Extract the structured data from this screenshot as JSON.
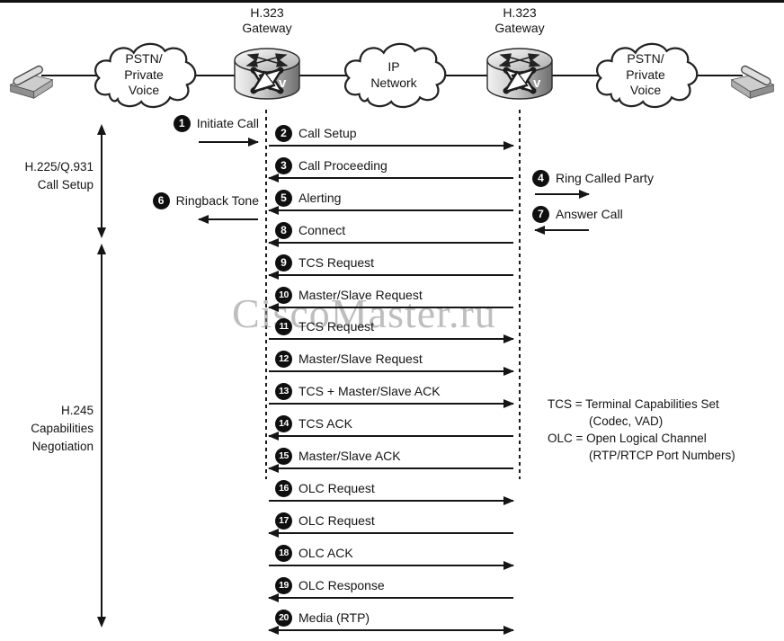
{
  "watermark": "CiscoMaster.ru",
  "topology": {
    "left_phone": {
      "icon": "telephone-icon"
    },
    "right_phone": {
      "icon": "telephone-icon"
    },
    "left_cloud": {
      "lines": [
        "PSTN/",
        "Private",
        "Voice"
      ]
    },
    "ip_cloud": {
      "lines": [
        "IP",
        "Network"
      ]
    },
    "right_cloud": {
      "lines": [
        "PSTN/",
        "Private",
        "Voice"
      ]
    },
    "left_gateway": {
      "lines": [
        "H.323",
        "Gateway"
      ],
      "icon": "voice-gateway-icon",
      "badge_letter": "v"
    },
    "right_gateway": {
      "lines": [
        "H.323",
        "Gateway"
      ],
      "icon": "voice-gateway-icon",
      "badge_letter": "v"
    }
  },
  "phases": [
    {
      "lines": [
        "H.225/Q.931",
        "Call Setup"
      ]
    },
    {
      "lines": [
        "H.245",
        "Capabilities",
        "Negotiation"
      ]
    }
  ],
  "messages": [
    {
      "num": "1",
      "label": "Initiate Call",
      "dir": "right",
      "lane": "left"
    },
    {
      "num": "2",
      "label": "Call Setup",
      "dir": "right",
      "lane": "center"
    },
    {
      "num": "3",
      "label": "Call Proceeding",
      "dir": "left",
      "lane": "center"
    },
    {
      "num": "4",
      "label": "Ring Called Party",
      "dir": "right",
      "lane": "right"
    },
    {
      "num": "5",
      "label": "Alerting",
      "dir": "left",
      "lane": "center"
    },
    {
      "num": "6",
      "label": "Ringback Tone",
      "dir": "left",
      "lane": "left"
    },
    {
      "num": "7",
      "label": "Answer Call",
      "dir": "left",
      "lane": "right"
    },
    {
      "num": "8",
      "label": "Connect",
      "dir": "left",
      "lane": "center"
    },
    {
      "num": "9",
      "label": "TCS Request",
      "dir": "left",
      "lane": "center"
    },
    {
      "num": "10",
      "label": "Master/Slave Request",
      "dir": "left",
      "lane": "center"
    },
    {
      "num": "11",
      "label": "TCS Request",
      "dir": "right",
      "lane": "center"
    },
    {
      "num": "12",
      "label": "Master/Slave Request",
      "dir": "right",
      "lane": "center"
    },
    {
      "num": "13",
      "label": "TCS + Master/Slave ACK",
      "dir": "right",
      "lane": "center"
    },
    {
      "num": "14",
      "label": "TCS ACK",
      "dir": "left",
      "lane": "center"
    },
    {
      "num": "15",
      "label": "Master/Slave ACK",
      "dir": "left",
      "lane": "center"
    },
    {
      "num": "16",
      "label": "OLC Request",
      "dir": "right",
      "lane": "center"
    },
    {
      "num": "17",
      "label": "OLC Request",
      "dir": "left",
      "lane": "center"
    },
    {
      "num": "18",
      "label": "OLC ACK",
      "dir": "right",
      "lane": "center"
    },
    {
      "num": "19",
      "label": "OLC Response",
      "dir": "left",
      "lane": "center"
    },
    {
      "num": "20",
      "label": "Media (RTP)",
      "dir": "both",
      "lane": "center"
    }
  ],
  "legend": {
    "lines": [
      {
        "text": "TCS = Terminal Capabilities Set",
        "indent": false
      },
      {
        "text": "(Codec, VAD)",
        "indent": true
      },
      {
        "text": "OLC = Open Logical Channel",
        "indent": false
      },
      {
        "text": "(RTP/RTCP Port Numbers)",
        "indent": true
      }
    ]
  },
  "colors": {
    "ink": "#141414",
    "watermark": "#8a8a8a",
    "background": "#ffffff"
  }
}
